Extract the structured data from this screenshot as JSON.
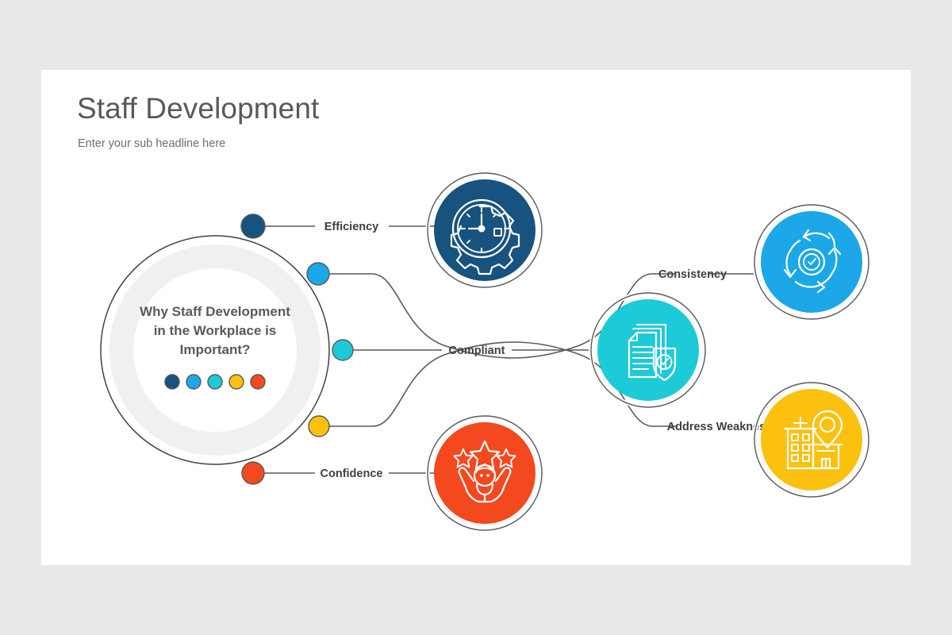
{
  "background_color": "#e8e8e8",
  "slide": {
    "background_color": "#ffffff",
    "title": "Staff Development",
    "subtitle": "Enter your sub headline here"
  },
  "hub": {
    "line1": "Why Staff Development",
    "line2": "in the Workplace is",
    "line3": "Important?",
    "ring_color": "#f0f0f0",
    "outline_color": "#414042",
    "dots": [
      {
        "name": "dot-navy",
        "color": "#18527f"
      },
      {
        "name": "dot-blue",
        "color": "#1ba7e8"
      },
      {
        "name": "dot-cyan",
        "color": "#1dcad8"
      },
      {
        "name": "dot-yellow",
        "color": "#fcc10f"
      },
      {
        "name": "dot-orange",
        "color": "#f4481e"
      }
    ]
  },
  "nodes": [
    {
      "id": "efficiency",
      "label": "Efficiency",
      "color": "#18527f",
      "icon": "clock-gear-icon",
      "bullet_color": "#18527f"
    },
    {
      "id": "consistency",
      "label": "Consistency",
      "color": "#1ba7e8",
      "icon": "cycle-arrows-check-icon",
      "bullet_color": "#1ba7e8"
    },
    {
      "id": "compliant",
      "label": "Compliant",
      "color": "#1dcad8",
      "icon": "documents-shield-check-icon",
      "bullet_color": "#1dcad8"
    },
    {
      "id": "address-weakness",
      "label": "Address Weakness",
      "color": "#fcc10f",
      "icon": "buildings-location-pin-icon",
      "bullet_color": "#fcc10f"
    },
    {
      "id": "confidence",
      "label": "Confidence",
      "color": "#f4481e",
      "icon": "person-stars-hands-icon",
      "bullet_color": "#f4481e"
    }
  ]
}
